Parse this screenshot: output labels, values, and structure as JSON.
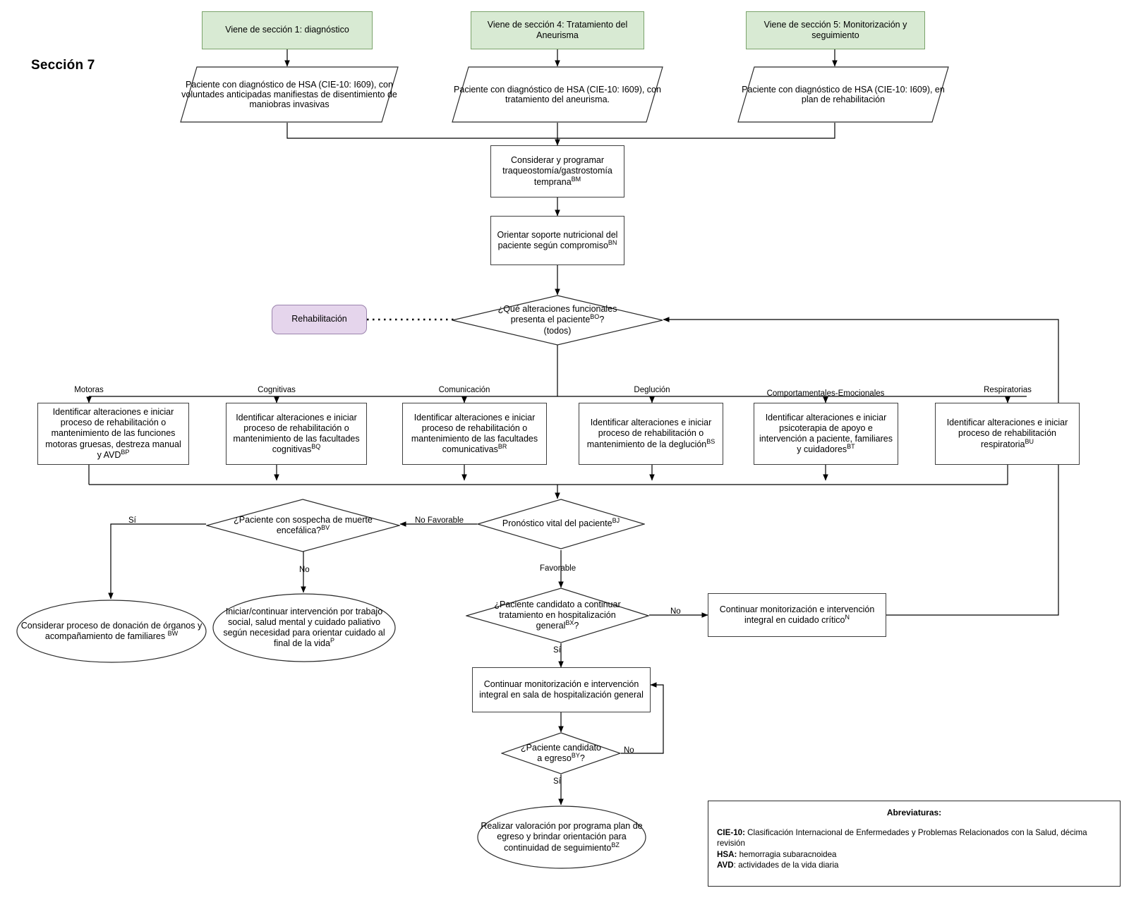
{
  "page": {
    "section_title": "Sección 7"
  },
  "colors": {
    "terminator_fill": "#d8ead3",
    "terminator_stroke": "#7ba36b",
    "pill_fill": "#e5d5ec",
    "pill_stroke": "#9b84ad",
    "node_stroke": "#3f3f3f",
    "line": "#000000"
  },
  "terminators": [
    {
      "id": "t1",
      "label": "Viene de sección 1: diagnóstico"
    },
    {
      "id": "t2",
      "label": "Viene de sección 4: Tratamiento del Aneurisma"
    },
    {
      "id": "t3",
      "label": "Viene de sección 5: Monitorización y seguimiento"
    }
  ],
  "inputs": [
    {
      "id": "p1",
      "label": "Paciente con diagnóstico de HSA (CIE-10: I609), con voluntades anticipadas manifiestas de disentimiento de maniobras invasivas"
    },
    {
      "id": "p2",
      "label": "Paciente con diagnóstico de HSA (CIE-10: I609), con tratamiento del aneurisma."
    },
    {
      "id": "p3",
      "label": "Paciente con diagnóstico de HSA (CIE-10: I609), en plan de rehabilitación"
    }
  ],
  "process": {
    "traqueo": {
      "text": "Considerar y programar traqueostomía/gastrostomía temprana",
      "note": "BM"
    },
    "nutricional": {
      "text": "Orientar soporte nutricional del paciente según compromiso",
      "note": "BN"
    },
    "cuidado_critico": {
      "text": "Continuar monitorización e intervención integral en cuidado crítico",
      "note": "N"
    },
    "sala_general": {
      "text": "Continuar monitorización e intervención integral en sala de hospitalización general",
      "note": ""
    }
  },
  "pill": {
    "label": "Rehabilitación"
  },
  "decisions": {
    "alteraciones": {
      "line1": "¿Qué alteraciones funcionales",
      "line2": "presenta el paciente",
      "note": "BO",
      "line2_tail": "?",
      "line3": "(todos)"
    },
    "muerte_encefalica": {
      "line1": "¿Paciente con sospecha de muerte",
      "line2": "encefálica?",
      "note": "BV"
    },
    "pronostico": {
      "text": "Pronóstico vital del paciente",
      "note": "BJ"
    },
    "candidato_hospitalizacion": {
      "line1": "¿Paciente candidato a continuar",
      "line2": "tratamiento en hospitalización",
      "line3": "general",
      "note": "BX",
      "tail": "?"
    },
    "candidato_egreso": {
      "line1": "¿Paciente candidato",
      "line2": "a egreso",
      "note": "BY",
      "tail": "?"
    }
  },
  "branches": [
    {
      "label": "Motoras",
      "text": "Identificar alteraciones e iniciar proceso de rehabilitación o mantenimiento de las funciones motoras gruesas, destreza manual y AVD",
      "note": "BP"
    },
    {
      "label": "Cognitivas",
      "text": "Identificar alteraciones e iniciar proceso de rehabilitación o mantenimiento de las facultades cognitivas",
      "note": "BQ"
    },
    {
      "label": "Comunicación",
      "text": "Identificar alteraciones e iniciar proceso de rehabilitación o mantenimiento de las facultades comunicativas",
      "note": "BR"
    },
    {
      "label": "Deglución",
      "text": "Identificar alteraciones e iniciar proceso de rehabilitación o mantenimiento de la deglución",
      "note": "BS"
    },
    {
      "label": "Comportamentales-Emocionales",
      "text": "Identificar alteraciones e iniciar psicoterapia de apoyo e intervención a paciente, familiares y cuidadores",
      "note": "BT"
    },
    {
      "label": "Respiratorias",
      "text": "Identificar alteraciones e iniciar proceso de rehabilitación respiratoria",
      "note": "BU"
    }
  ],
  "terminals": {
    "donacion": {
      "text": "Considerar proceso de donación de órganos y acompañamiento de familiares ",
      "note": "BW"
    },
    "paliativo": {
      "text": "Iniciar/continuar intervención por trabajo social, salud mental y cuidado paliativo según necesidad para orientar cuidado al final de la vida",
      "note": "P"
    },
    "egreso": {
      "text": "Realizar valoración por programa plan de egreso y brindar orientación para continuidad de seguimiento",
      "note": "BZ"
    }
  },
  "edge_labels": {
    "si1": "Sí",
    "no1": "No",
    "no_favorable": "No Favorable",
    "favorable": "Favorable",
    "no2": "No",
    "si2": "Sí",
    "no3": "No",
    "si3": "Sí"
  },
  "abbreviations": {
    "heading": "Abreviaturas:",
    "items": [
      {
        "term": "CIE-10:",
        "bold": true,
        "desc": " Clasificación Internacional de Enfermedades y Problemas Relacionados con la Salud, décima revisión"
      },
      {
        "term": "HSA:",
        "bold": true,
        "desc": " hemorragia subaracnoidea"
      },
      {
        "term": "AVD",
        "bold": true,
        "desc": ": actividades de la vida diaria"
      }
    ],
    "cie10_term": "CIE-10:",
    "cie10_desc": " Clasificación Internacional de Enfermedades y Problemas Relacionados con la Salud, décima revisión",
    "hsa_term": "HSA:",
    "hsa_desc": " hemorragia subaracnoidea",
    "avd_term": "AVD",
    "avd_desc": ": actividades de la vida diaria"
  }
}
